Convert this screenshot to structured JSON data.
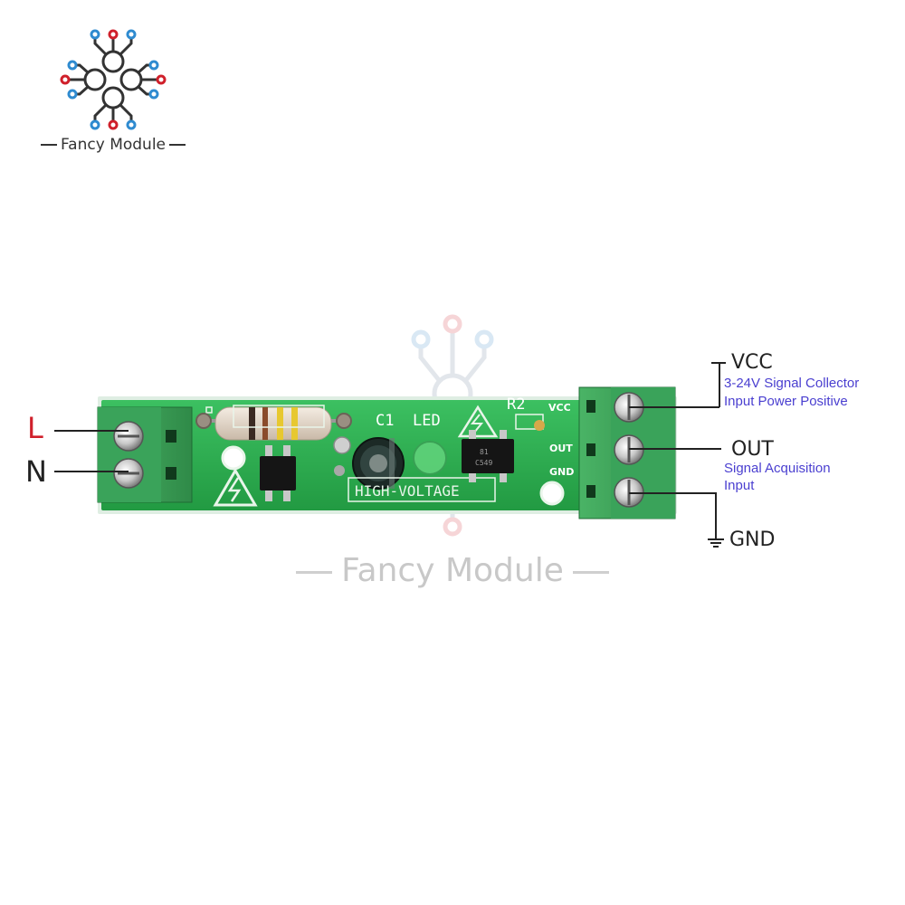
{
  "brand": {
    "name": "Fancy Module"
  },
  "watermark": {
    "name": "Fancy Module"
  },
  "board": {
    "silkscreen": {
      "c1": "C1",
      "led": "LED",
      "r2": "R2",
      "vcc": "VCC",
      "out": "OUT",
      "gnd": "GND",
      "hv": "HIGH-VOLTAGE",
      "chip_top": "81",
      "chip_code": "C549"
    }
  },
  "inputs": {
    "l_label": "L",
    "n_label": "N"
  },
  "outputs": {
    "vcc_label": "VCC",
    "vcc_desc_line1": "3-24V Signal Collector",
    "vcc_desc_line2": "Input Power Positive",
    "out_label": "OUT",
    "out_desc_line1": "Signal Acquisition",
    "out_desc_line2": "Input",
    "gnd_label": "GND"
  },
  "colors": {
    "pcb": "#2db552",
    "terminal": "#3a9e55",
    "accent_red": "#d0202b",
    "accent_blue": "#2f8bd0",
    "desc_text": "#4a3fd0"
  }
}
